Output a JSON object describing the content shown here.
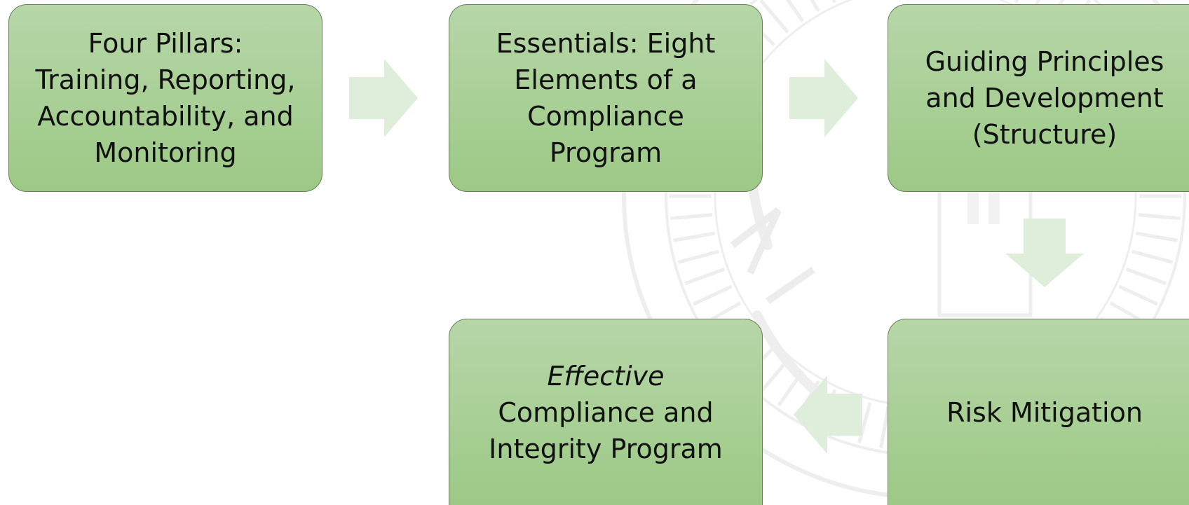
{
  "colors": {
    "box_fill_top": "#b6d6a8",
    "box_fill_bottom": "#9cc985",
    "box_border": "#6b7f5c",
    "arrow_fill": "#dfeedb",
    "text": "#111111",
    "seal_gray": "#eeeeee"
  },
  "nodes": [
    {
      "id": "four-pillars",
      "lines": [
        "Four Pillars:",
        "Training, Reporting,",
        "Accountability, and",
        "Monitoring"
      ]
    },
    {
      "id": "essentials",
      "lines": [
        "Essentials:  Eight",
        "Elements of a",
        "Compliance",
        "Program"
      ]
    },
    {
      "id": "guiding-principles",
      "lines": [
        "Guiding Principles",
        "and Development",
        "(Structure)"
      ]
    },
    {
      "id": "risk-mitigation",
      "lines": [
        "Risk Mitigation"
      ]
    },
    {
      "id": "effective-program",
      "lines": [
        "Effective",
        "Compliance and",
        "Integrity Program"
      ]
    }
  ],
  "edges": [
    {
      "from": "four-pillars",
      "to": "essentials",
      "direction": "right"
    },
    {
      "from": "essentials",
      "to": "guiding-principles",
      "direction": "right"
    },
    {
      "from": "guiding-principles",
      "to": "risk-mitigation",
      "direction": "down"
    },
    {
      "from": "risk-mitigation",
      "to": "effective-program",
      "direction": "left"
    }
  ],
  "background": {
    "watermark": "agency-seal-icon"
  }
}
